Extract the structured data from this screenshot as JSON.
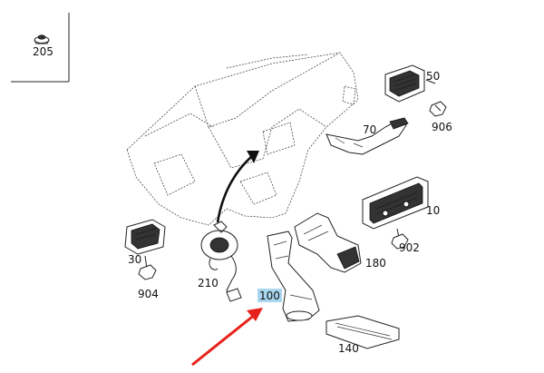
{
  "diagram": {
    "parts": [
      {
        "id": "p205",
        "label": "205"
      },
      {
        "id": "p50",
        "label": "50"
      },
      {
        "id": "p906",
        "label": "906"
      },
      {
        "id": "p70",
        "label": "70"
      },
      {
        "id": "p10",
        "label": "10"
      },
      {
        "id": "p902",
        "label": "902"
      },
      {
        "id": "p180",
        "label": "180"
      },
      {
        "id": "p30",
        "label": "30"
      },
      {
        "id": "p904",
        "label": "904"
      },
      {
        "id": "p210",
        "label": "210"
      },
      {
        "id": "p100",
        "label": "100",
        "highlighted": true
      },
      {
        "id": "p140",
        "label": "140"
      }
    ],
    "colors": {
      "highlight": "#a9d6ee",
      "arrow_red": "#e8201a",
      "arrow_black": "#111111",
      "line": "#222222"
    },
    "icons": [
      "clip-icon",
      "dashboard-outline",
      "air-vent",
      "air-duct",
      "clock-spring",
      "pointer-arrow"
    ]
  }
}
